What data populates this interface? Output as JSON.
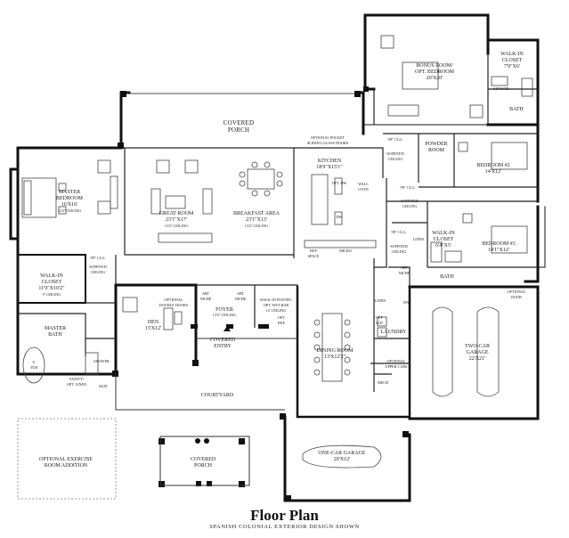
{
  "footer": {
    "title": "Floor Plan",
    "subtitle": "SPANISH COLONIAL EXTERIOR DESIGN SHOWN"
  },
  "labels": {
    "covered_porch_rear": "COVERED",
    "covered_porch_rear_2": "PORCH",
    "pocket_doors_1": "OPTIONAL POCKET",
    "pocket_doors_2": "SLIDING GLASS DOORS",
    "bonus_room_1": "BONUS ROOM/",
    "bonus_room_2": "OPT. BEDROOM",
    "bonus_room_dim": "20'X20'",
    "walkin_closet_top_1": "WALK-IN",
    "walkin_closet_top_2": "CLOSET",
    "walkin_closet_top_dim": "7'9\"X6'",
    "shower_top": "SHOWER",
    "bath_top": "BATH",
    "clg_98_a": "9'8\" CLG.",
    "soffited_ceiling_a1": "SOFFITED",
    "soffited_ceiling_a2": "CEILING",
    "powder_room_1": "POWDER",
    "powder_room_2": "ROOM",
    "bedroom2_1": "BEDROOM #2",
    "bedroom2_dim": "14'X12'",
    "kitchen": "KITCHEN",
    "kitchen_dim": "18'9\"X15'1\"",
    "opt_dw": "OPT. DW",
    "dw": "DW",
    "wall_oven_1": "WALL",
    "wall_oven_2": "OVEN",
    "clg_98_b": "9'8\" CLG.",
    "soffited_ceiling_b1": "SOFFITED",
    "soffited_ceiling_b2": "CEILING",
    "ref_space_1": "REF",
    "ref_space_2": "SPACE",
    "micro": "MICRO",
    "master_bedroom_1": "MASTER",
    "master_bedroom_2": "BEDROOM",
    "master_bedroom_dim": "16'X16'",
    "master_bedroom_clg": "13'4\" CEILING",
    "great_room": "GREAT ROOM",
    "great_room_dim": "23'1\"X17'",
    "great_room_clg": "13'4\" CEILING",
    "breakfast_area": "BREAKFAST AREA",
    "breakfast_area_dim": "23'1\"X13'",
    "breakfast_area_clg": "13'4\" CEILING",
    "clg_98_c": "9'8\" CLG.",
    "soffited_ceiling_c1": "SOFFITED",
    "soffited_ceiling_c2": "CEILING",
    "walkin_closet_mid_1": "WALK-IN",
    "walkin_closet_mid_2": "CLOSET",
    "walkin_closet_mid_dim": "6'4\"X5'",
    "linen_mid": "LINEN",
    "bedroom3_1": "BEDROOM #3",
    "bedroom3_dim": "14'1\"X12'",
    "art_niche_right_1": "ART",
    "art_niche_right_2": "NICHE",
    "bath_mid": "BATH",
    "clg_98_d": "9'8\" CLG.",
    "soffited_ceiling_d1": "SOFFITED",
    "soffited_ceiling_d2": "CEILING",
    "walkin_closet_master_1": "WALK-IN",
    "walkin_closet_master_2": "CLOSET",
    "walkin_closet_master_dim": "11'9\"X10'2\"",
    "walkin_closet_master_clg": "9' CEILING",
    "optional_double_doors_1": "OPTIONAL",
    "optional_double_doors_2": "DOUBLE DOORS",
    "art_niche_a_1": "ART",
    "art_niche_a_2": "NICHE",
    "art_niche_b_1": "ART",
    "art_niche_b_2": "NICHE",
    "walkin_pantry_1": "WALK-IN PANTRY/",
    "walkin_pantry_2": "OPT. WET BAR",
    "walkin_pantry_3": "12' CEILING",
    "opt_ref_1": "OPT.",
    "opt_ref_2": "REF",
    "linen_laundry": "LINEN",
    "dn": "DN",
    "optional_door_1": "OPTIONAL",
    "optional_door_2": "DOOR",
    "den": "DEN",
    "den_dim": "13'X12'",
    "foyer": "FOYER",
    "foyer_clg": "13'4\" CEILING",
    "opt_wd_1": "OPT.",
    "opt_wd_2": "W/D",
    "laundry": "LAUNDRY",
    "master_bath_1": "MASTER",
    "master_bath_2": "BATH",
    "tub_1": "6'",
    "tub_2": "TUB",
    "covered_entry_1": "COVERED",
    "covered_entry_2": "ENTRY",
    "dining_room": "DINING ROOM",
    "dining_room_dim": "13'X12'2\"",
    "two_car_garage": "TWO-CAR",
    "two_car_garage_2": "GARAGE",
    "two_car_garage_dim": "22'X21'",
    "shower_master": "SHOWER",
    "vanity_1": "VANITY/",
    "vanity_2": "OPT. LINEN",
    "seat": "SEAT",
    "optional_upper_cabs_1": "OPTIONAL",
    "optional_upper_cabs_2": "UPPER CABS",
    "courtyard": "COURTYARD",
    "mech": "MECH",
    "optional_exercise_1": "OPTIONAL EXERCISE",
    "optional_exercise_2": "ROOM ADDITION",
    "one_car_garage": "ONE-CAR GARAGE",
    "one_car_garage_dim": "20'X12'",
    "covered_porch_front": "COVERED",
    "covered_porch_front_2": "PORCH"
  }
}
